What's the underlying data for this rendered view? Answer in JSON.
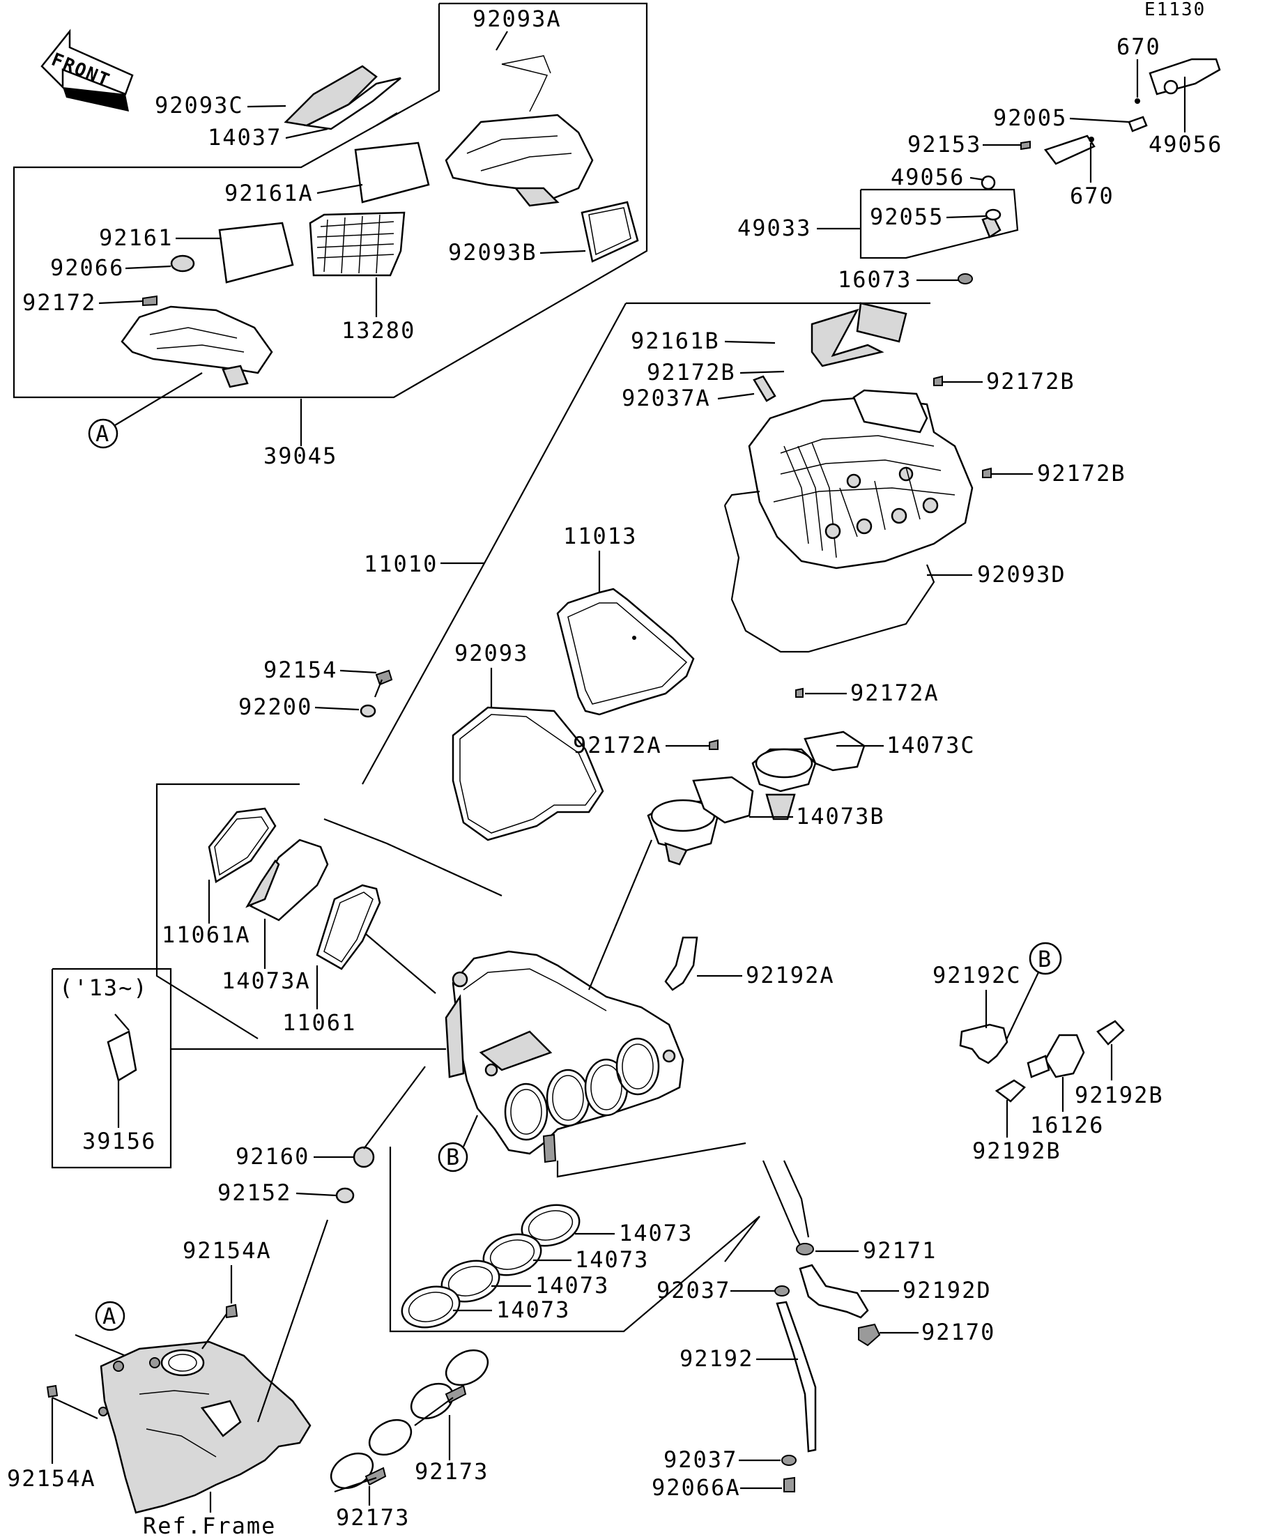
{
  "diagram_code": "E1130",
  "front_arrow_text": "FRONT",
  "ref_frame_text": "Ref.Frame",
  "year_note": "('13~)",
  "callouts": {
    "a": "A",
    "b": "B"
  },
  "labels": {
    "p92093A": "92093A",
    "p92093C": "92093C",
    "p14037": "14037",
    "p92161A": "92161A",
    "p92093B": "92093B",
    "p92161": "92161",
    "p92066": "92066",
    "p92172": "92172",
    "p13280": "13280",
    "p39045": "39045",
    "p670_top": "670",
    "p92005": "92005",
    "p49056_right": "49056",
    "p92153": "92153",
    "p49056_left": "49056",
    "p670_bottom": "670",
    "p92055": "92055",
    "p49033": "49033",
    "p16073": "16073",
    "p92161B": "92161B",
    "p92172B_1": "92172B",
    "p92037A": "92037A",
    "p92172B_2": "92172B",
    "p92172B_3": "92172B",
    "p92093D": "92093D",
    "p11010": "11010",
    "p11013": "11013",
    "p92093": "92093",
    "p92154": "92154",
    "p92200": "92200",
    "p92172A_1": "92172A",
    "p14073C": "14073C",
    "p92172A_2": "92172A",
    "p14073B": "14073B",
    "p11061A": "11061A",
    "p14073A": "14073A",
    "p11061": "11061",
    "p92192A": "92192A",
    "p92192C": "92192C",
    "p92192B_1": "92192B",
    "p16126": "16126",
    "p92192B_2": "92192B",
    "p39156": "39156",
    "p92160": "92160",
    "p92152": "92152",
    "p14073_1": "14073",
    "p14073_2": "14073",
    "p14073_3": "14073",
    "p14073_4": "14073",
    "p92171": "92171",
    "p92192D": "92192D",
    "p92037_1": "92037",
    "p92170": "92170",
    "p92192": "92192",
    "p92037_2": "92037",
    "p92066A": "92066A",
    "p92154A_1": "92154A",
    "p92154A_2": "92154A",
    "p92173_1": "92173",
    "p92173_2": "92173"
  }
}
